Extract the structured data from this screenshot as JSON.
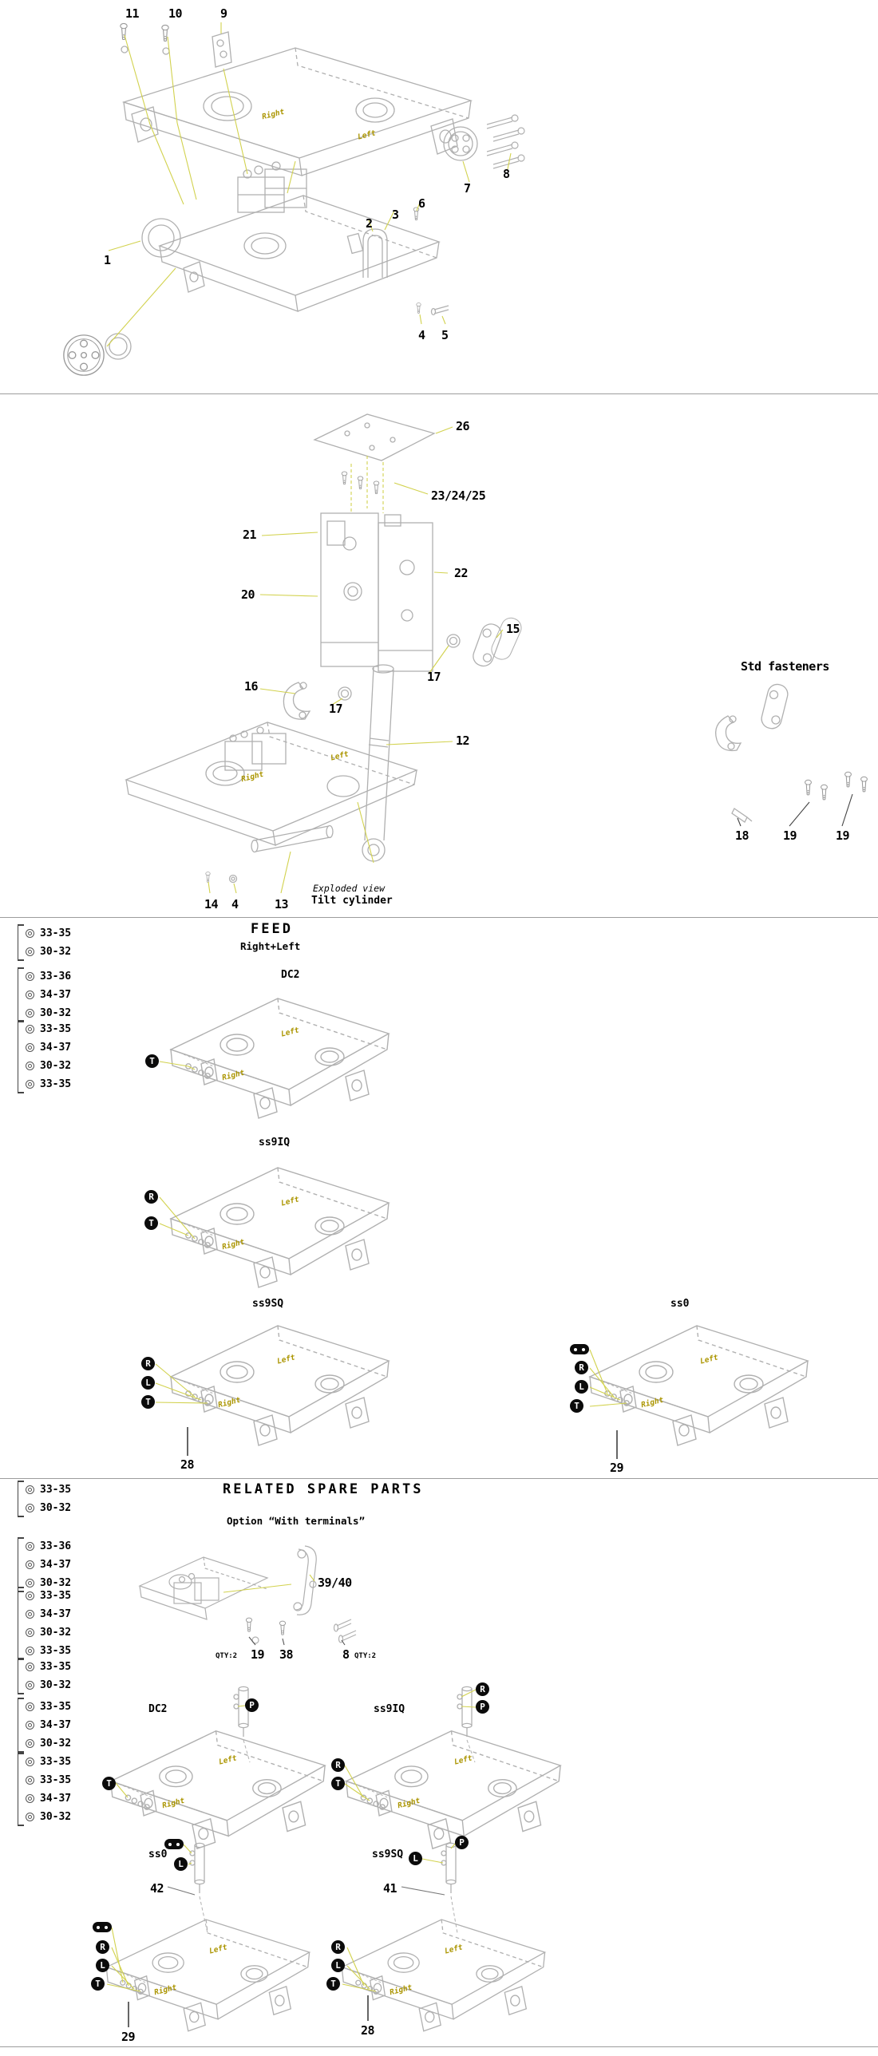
{
  "labels": {
    "left": "Left",
    "right": "Right"
  },
  "section1": {
    "callouts": {
      "c1": "1",
      "c2": "2",
      "c3": "3",
      "c4": "4",
      "c5": "5",
      "c6": "6",
      "c7": "7",
      "c8": "8",
      "c9": "9",
      "c10": "10",
      "c11": "11"
    }
  },
  "section2": {
    "callouts": {
      "c26": "26",
      "c23_24_25": "23/24/25",
      "c21": "21",
      "c22": "22",
      "c20": "20",
      "c15": "15",
      "c16": "16",
      "c17a": "17",
      "c17b": "17",
      "c12": "12",
      "c14": "14",
      "c4": "4",
      "c13": "13",
      "c18": "18",
      "c19a": "19",
      "c19b": "19"
    },
    "std_fasteners_title": "Std fasteners",
    "caption_italic": "Exploded view",
    "caption_bold": "Tilt cylinder"
  },
  "section3": {
    "title": "FEED",
    "subtitle": "Right+Left",
    "part_groups": [
      {
        "rows": [
          "33-35",
          "30-32"
        ]
      },
      {
        "rows": [
          "33-36",
          "34-37",
          "30-32"
        ]
      },
      {
        "rows": [
          "33-35",
          "34-37",
          "30-32",
          "33-35"
        ]
      }
    ],
    "diagrams": [
      {
        "name": "DC2",
        "badges": [
          "T"
        ]
      },
      {
        "name": "ss9IQ",
        "badges": [
          "R",
          "T"
        ]
      },
      {
        "name": "ss9SQ",
        "badges": [
          "R",
          "L",
          "T"
        ],
        "callout": "28"
      },
      {
        "name": "ss0",
        "badges": [
          "R",
          "L",
          "T"
        ],
        "callout": "29"
      }
    ]
  },
  "section4": {
    "title": "RELATED SPARE PARTS",
    "subtitle": "Option “With terminals”",
    "part_groups": [
      {
        "rows": [
          "33-35",
          "30-32"
        ]
      },
      {
        "rows": [
          "33-36",
          "34-37",
          "30-32"
        ]
      },
      {
        "rows": [
          "33-35",
          "34-37",
          "30-32",
          "33-35"
        ]
      },
      {
        "rows": [
          "33-35",
          "30-32"
        ]
      },
      {
        "rows": [
          "33-35",
          "34-37",
          "30-32"
        ]
      },
      {
        "rows": [
          "33-35",
          "33-35",
          "34-37",
          "30-32"
        ]
      }
    ],
    "option": {
      "callout": "39/40",
      "qty_left": "QTY:2",
      "qty_right": "QTY:2",
      "part_19": "19",
      "part_38": "38",
      "part_8": "8"
    },
    "diagrams": [
      {
        "name": "DC2",
        "top_badges": [
          "P"
        ],
        "side_badges": [
          "T"
        ]
      },
      {
        "name": "ss9IQ",
        "top_badges": [
          "R",
          "P"
        ],
        "side_badges": [
          "R",
          "T"
        ]
      },
      {
        "name": "ss0",
        "top_badges": [
          "L"
        ],
        "side_badges": [
          "R",
          "L",
          "T"
        ],
        "number": "42",
        "callout": "29"
      },
      {
        "name": "ss9SQ",
        "top_badges": [
          "L",
          "P"
        ],
        "side_badges": [
          "R",
          "L",
          "T"
        ],
        "number": "41",
        "callout": "28"
      }
    ]
  }
}
